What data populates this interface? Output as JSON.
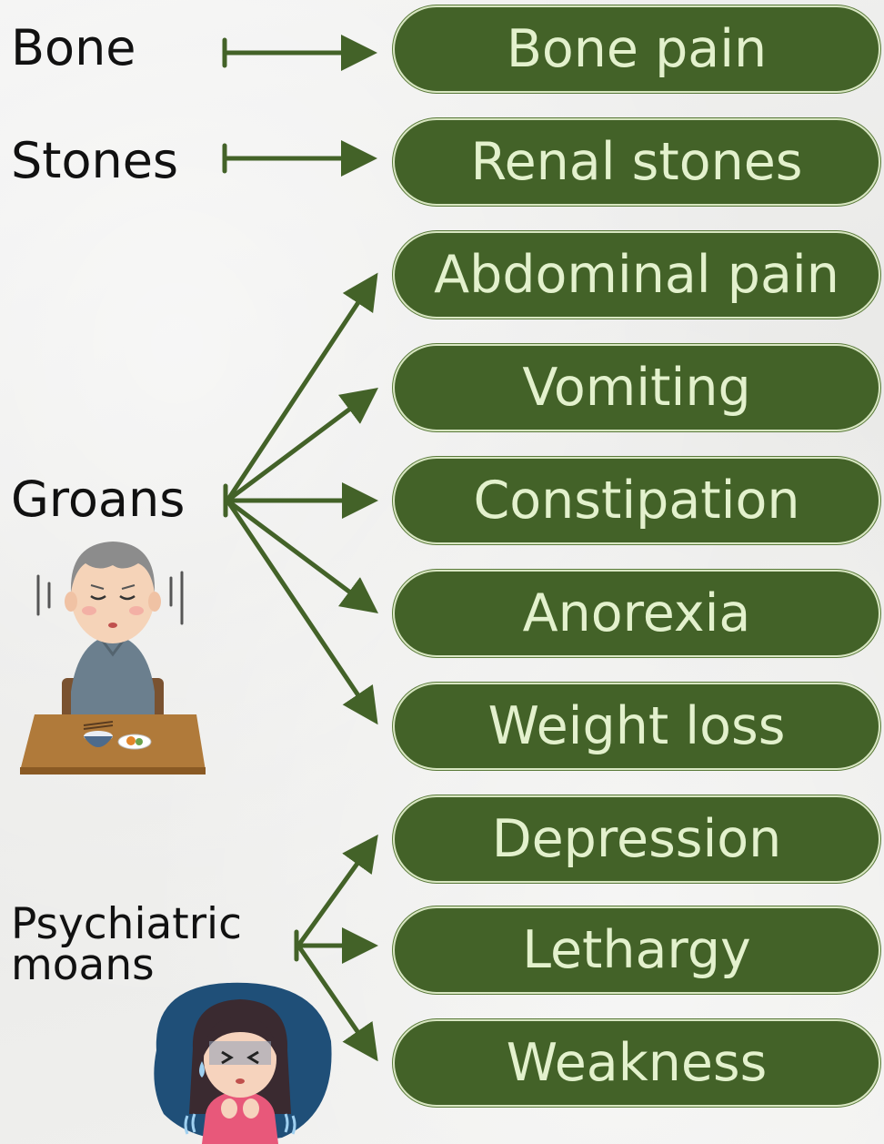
{
  "diagram": {
    "categories": [
      {
        "id": "bone",
        "label": "Bone"
      },
      {
        "id": "stones",
        "label": "Stones"
      },
      {
        "id": "groans",
        "label": "Groans"
      },
      {
        "id": "moans",
        "label_line1": "Psychiatric",
        "label_line2": "moans"
      }
    ],
    "symptoms": [
      "Bone pain",
      "Renal stones",
      "Abdominal pain",
      "Vomiting",
      "Constipation",
      "Anorexia",
      "Weight loss",
      "Depression",
      "Lethargy",
      "Weakness"
    ],
    "colors": {
      "pill_fill": "#436228",
      "pill_text": "#e3f1cd",
      "arrow": "#436228",
      "label_text": "#111111"
    },
    "icons": [
      "elderly-man-at-table-illustration",
      "distressed-woman-illustration"
    ]
  }
}
